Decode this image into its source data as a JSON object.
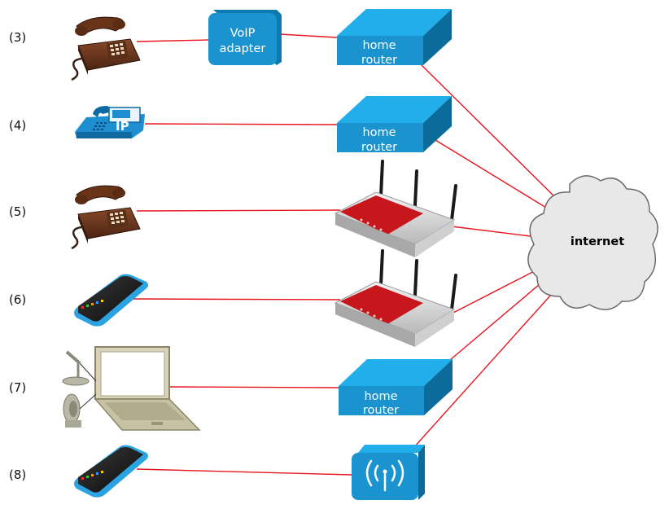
{
  "rows": [
    {
      "label": "(3)"
    },
    {
      "label": "(4)"
    },
    {
      "label": "(5)"
    },
    {
      "label": "(6)"
    },
    {
      "label": "(7)"
    },
    {
      "label": "(8)"
    }
  ],
  "voip_adapter": {
    "line1": "VoIP",
    "line2": "adapter"
  },
  "routers": [
    {
      "line1": "home",
      "line2": "router"
    },
    {
      "line1": "home",
      "line2": "router"
    },
    {
      "line1": "home",
      "line2": "router"
    }
  ],
  "ip_phone": {
    "badge": "IP"
  },
  "cloud": {
    "label": "internet"
  },
  "colors": {
    "link": "#e8141b",
    "router_front": "#1a93cf",
    "router_top": "#22aeea",
    "router_side": "#0b6c9c"
  }
}
